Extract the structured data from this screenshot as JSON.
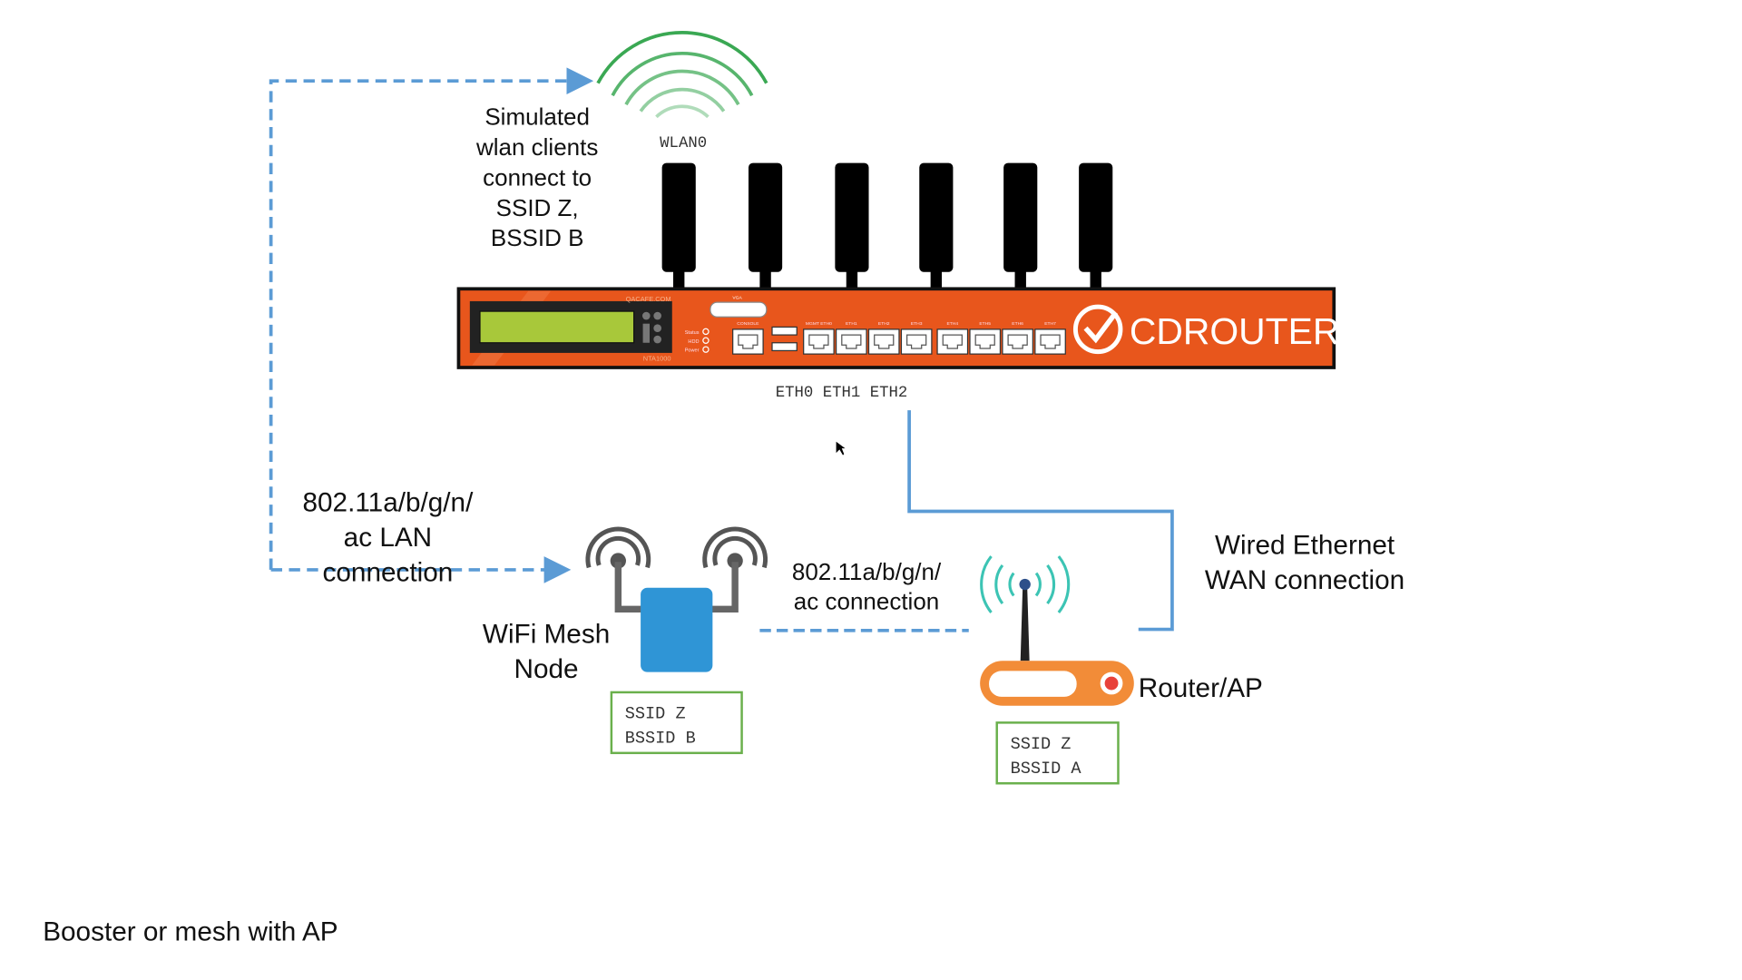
{
  "wlan": {
    "label": "WLAN0",
    "arc_color": "#3aa853"
  },
  "simulated_clients": {
    "lines": [
      "Simulated",
      "wlan clients",
      "connect to",
      "SSID Z,",
      "BSSID B"
    ]
  },
  "cdrouter": {
    "brand": "CDROUTER",
    "vendor": "QACAFE.COM",
    "model": "NTA1000",
    "port_labels": [
      "CONSOLE",
      "MGMT ETH0",
      "ETH1",
      "ETH2",
      "ETH3",
      "ETH4",
      "ETH5",
      "ETH6",
      "ETH7"
    ],
    "vga_label": "VGA",
    "led_labels": [
      "Status",
      "HDD",
      "Power"
    ],
    "body_color": "#e8561c"
  },
  "eth_labels": "ETH0 ETH1 ETH2",
  "lan_connection": {
    "lines": [
      "802.11a/b/g/n/",
      "ac LAN",
      "connection"
    ]
  },
  "mesh_connection": {
    "lines": [
      "802.11a/b/g/n/",
      "ac connection"
    ]
  },
  "mesh_node": {
    "lines": [
      "WiFi Mesh",
      "Node"
    ],
    "ssid": "SSID Z",
    "bssid": "BSSID B",
    "color": "#2f95d6"
  },
  "router": {
    "label": "Router/AP",
    "ssid": "SSID Z",
    "bssid": "BSSID A",
    "color": "#f28c38"
  },
  "wan_connection": {
    "lines": [
      "Wired Ethernet",
      "WAN connection"
    ]
  },
  "caption": "Booster or mesh with AP",
  "link_color": "#5b9bd5"
}
